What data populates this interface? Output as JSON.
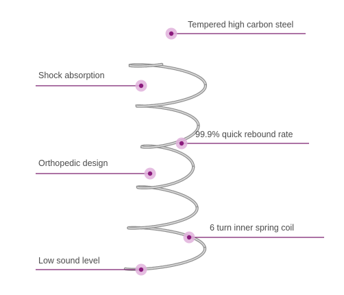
{
  "callouts": [
    {
      "id": "tempered-steel",
      "side": "right",
      "text": "Tempered high carbon steel"
    },
    {
      "id": "shock-absorption",
      "side": "left",
      "text": "Shock absorption"
    },
    {
      "id": "rebound-rate",
      "side": "right",
      "text": "99.9% quick rebound rate"
    },
    {
      "id": "orthopedic-design",
      "side": "left",
      "text": "Orthopedic design"
    },
    {
      "id": "inner-spring-coil",
      "side": "right",
      "text": "6 turn inner spring coil"
    },
    {
      "id": "low-sound-level",
      "side": "left",
      "text": "Low sound level"
    }
  ],
  "colors": {
    "leader_line": "#7a1f6e",
    "marker_halo": "#e0b2dc",
    "marker_dot": "#8b1b7d",
    "label_text": "#4a4a4a",
    "spring_outline": "#8f8f8f",
    "spring_fill": "#d9d9d9"
  }
}
